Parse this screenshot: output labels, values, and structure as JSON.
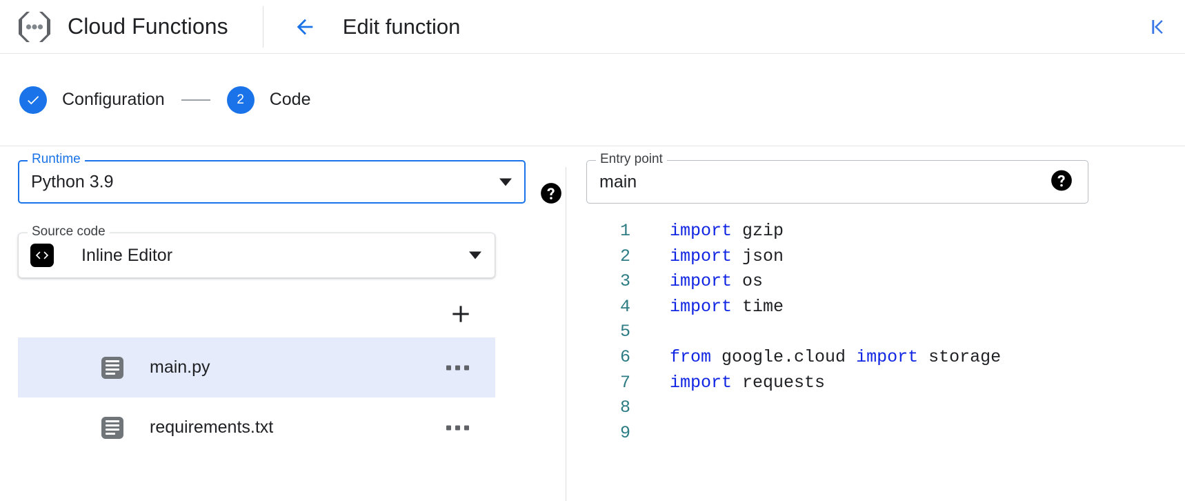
{
  "appbar": {
    "logo_icon": "cloud-functions-logo",
    "brand_title": "Cloud Functions",
    "back_icon": "arrow-left-icon",
    "page_title": "Edit function",
    "collapse_icon": "collapse-panel-first-page-icon",
    "accent_color": "#1a73e8"
  },
  "stepper": {
    "steps": [
      {
        "id": "configuration",
        "marker": "✓",
        "label": "Configuration",
        "state": "completed"
      },
      {
        "id": "code",
        "marker": "2",
        "label": "Code",
        "state": "active"
      }
    ],
    "connector": "—"
  },
  "form": {
    "runtime": {
      "label": "Runtime",
      "value": "Python 3.9",
      "focused": true,
      "dropdown_icon": "chevron-down-icon",
      "help_icon": "help-icon"
    },
    "entry_point": {
      "label": "Entry point",
      "value": "main",
      "placeholder": "main",
      "focused": false,
      "help_icon": "help-icon"
    },
    "source_code": {
      "label": "Source code",
      "value": "Inline Editor",
      "badge_icon": "code-brackets-icon",
      "dropdown_icon": "chevron-down-icon"
    }
  },
  "files": {
    "add_icon": "plus-icon",
    "add_label": "Add file",
    "items": [
      {
        "name": "main.py",
        "icon": "file-icon",
        "selected": true,
        "menu_icon": "more-options-icon"
      },
      {
        "name": "requirements.txt",
        "icon": "file-icon",
        "selected": false,
        "menu_icon": "more-options-icon"
      }
    ]
  },
  "editor": {
    "language": "python",
    "lines": [
      {
        "num": "1",
        "segments": [
          {
            "t": "import",
            "k": true
          },
          {
            "t": " gzip",
            "k": false
          }
        ]
      },
      {
        "num": "2",
        "segments": [
          {
            "t": "import",
            "k": true
          },
          {
            "t": " json",
            "k": false
          }
        ]
      },
      {
        "num": "3",
        "segments": [
          {
            "t": "import",
            "k": true
          },
          {
            "t": " os",
            "k": false
          }
        ]
      },
      {
        "num": "4",
        "segments": [
          {
            "t": "import",
            "k": true
          },
          {
            "t": " time",
            "k": false
          }
        ]
      },
      {
        "num": "5",
        "segments": []
      },
      {
        "num": "6",
        "segments": [
          {
            "t": "from",
            "k": true
          },
          {
            "t": " google.cloud ",
            "k": false
          },
          {
            "t": "import",
            "k": true
          },
          {
            "t": " storage",
            "k": false
          }
        ]
      },
      {
        "num": "7",
        "segments": [
          {
            "t": "import",
            "k": true
          },
          {
            "t": " requests",
            "k": false
          }
        ]
      },
      {
        "num": "8",
        "segments": []
      },
      {
        "num": "9",
        "segments": []
      }
    ],
    "colors": {
      "keyword": "#1126e3",
      "plain": "#202124",
      "linenumber": "#2e7d85"
    }
  }
}
